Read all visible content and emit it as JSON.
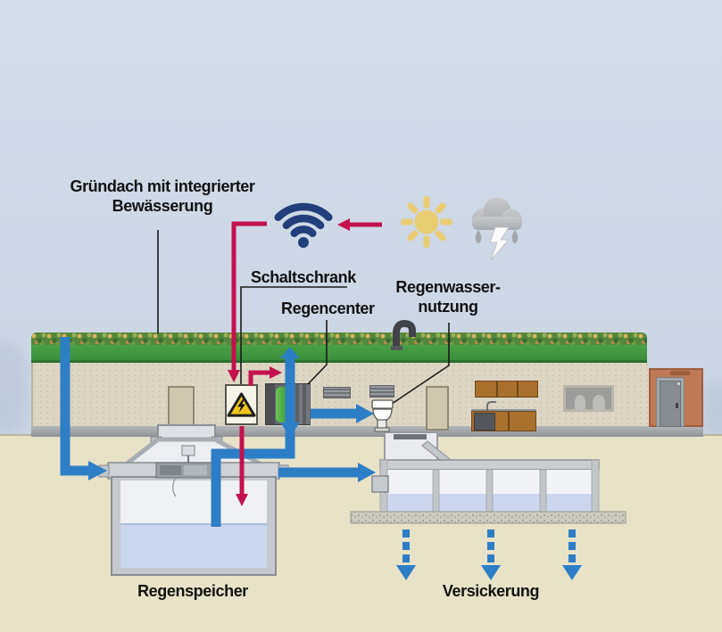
{
  "labels": {
    "green_roof_line1": "Gründach mit integrierter",
    "green_roof_line2": "Bewässerung",
    "control_cabinet": "Schaltschrank",
    "rain_center": "Regencenter",
    "rainwater_use_line1": "Regenwasser-",
    "rainwater_use_line2": "nutzung",
    "rain_storage": "Regenspeicher",
    "infiltration": "Versickerung"
  },
  "icons": {
    "wifi": "wifi-signal-icon",
    "sun": "sun-icon",
    "storm_cloud": "storm-cloud-icon",
    "electrical_hazard": "electrical-hazard-icon",
    "toilet": "toilet-icon",
    "roof_vent": "roof-vent-icon"
  },
  "colors": {
    "pipe_blue": "#2e7ec6",
    "signal_red": "#c4114e",
    "roof_green": "#3d953e",
    "water_blue": "#cbd7ed",
    "sky": "#cfd9e6",
    "soil": "#e7e2c8",
    "wifi_navy": "#223e7b",
    "sun_yellow": "#e9cd72",
    "warning_yellow": "#efc51c"
  }
}
